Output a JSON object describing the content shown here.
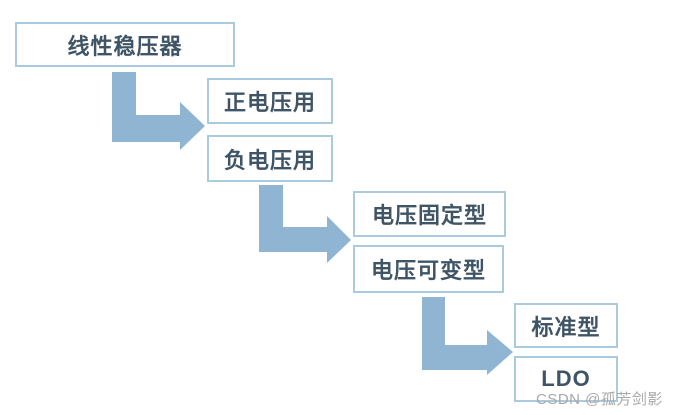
{
  "diagram": {
    "nodes": {
      "root": {
        "label": "线性稳压器"
      },
      "level1": [
        {
          "label": "正电压用"
        },
        {
          "label": "负电压用"
        }
      ],
      "level2": [
        {
          "label": "电压固定型"
        },
        {
          "label": "电压可变型"
        }
      ],
      "level3": [
        {
          "label": "标准型"
        },
        {
          "label": "LDO"
        }
      ]
    }
  },
  "watermark": {
    "text": "CSDN @孤芳剑影"
  },
  "theme": {
    "bg": "#ffffff",
    "arrow": "#8fb5d2",
    "box-border": "#a9cadf",
    "box-fill": "#ffffff",
    "text": "#3f5566",
    "watermark-color": "#a8a8a8"
  }
}
